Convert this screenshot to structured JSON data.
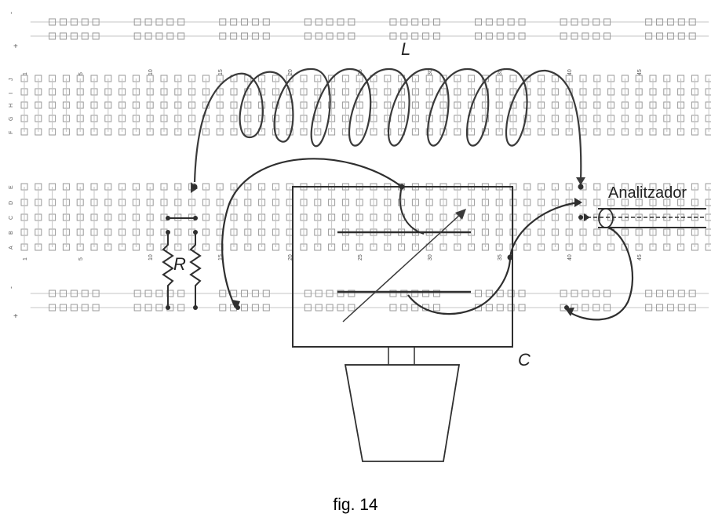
{
  "diagram": {
    "inductor_label": "L",
    "resistor_label": "R",
    "capacitor_label": "C",
    "analyzer_label": "Analitzador",
    "caption": "fig. 14",
    "column_numbers": [
      "1",
      "5",
      "10",
      "15",
      "20",
      "25",
      "30",
      "35",
      "40",
      "45"
    ],
    "upper_row_letters": [
      "J",
      "I",
      "H",
      "G",
      "F"
    ],
    "lower_row_letters": [
      "E",
      "D",
      "C",
      "B",
      "A"
    ],
    "rail_signs": [
      "-",
      "+"
    ],
    "colors": {
      "ink": "#3a3a3a",
      "hole": "#9a9a9a",
      "wire": "#2f2f2f"
    }
  }
}
